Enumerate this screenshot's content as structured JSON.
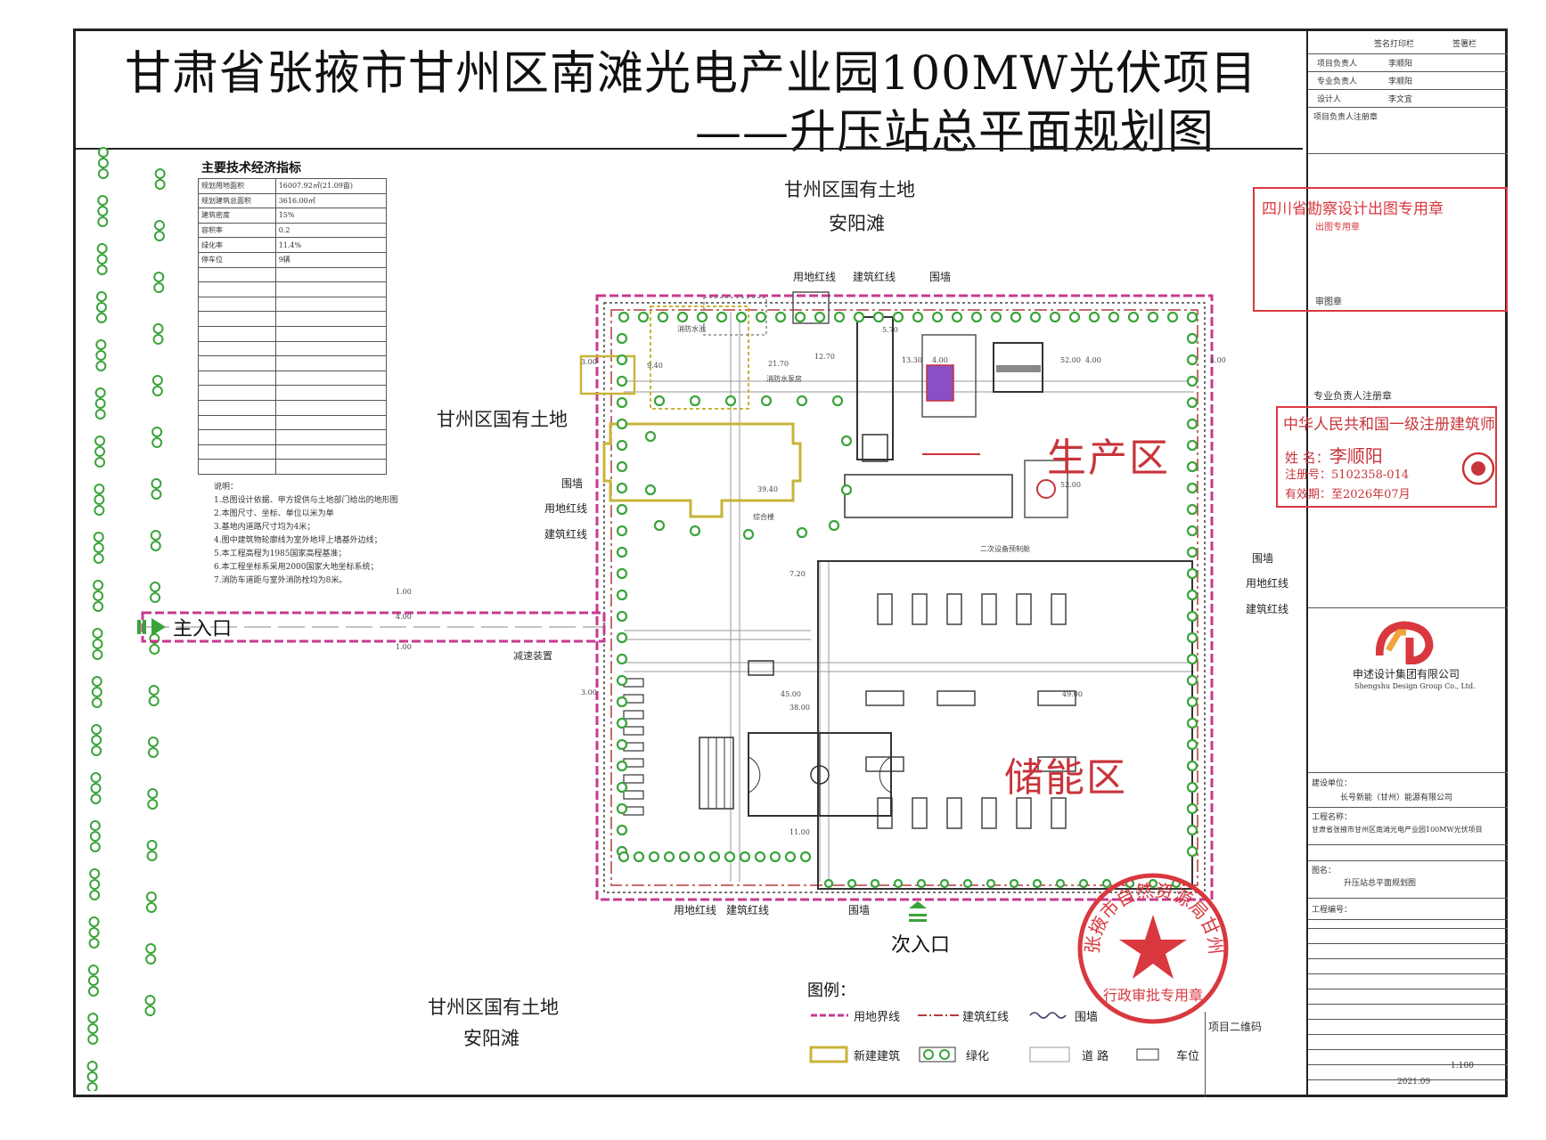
{
  "title": {
    "line1": "甘肃省张掖市甘州区南滩光电产业园100MW光伏项目",
    "line2": "——升压站总平面规划图"
  },
  "zones": {
    "north_line1": "甘州区国有土地",
    "north_line2": "安阳滩",
    "west": "甘州区国有土地",
    "south_line1": "甘州区国有土地",
    "south_line2": "安阳滩"
  },
  "areas": {
    "production": "生产区",
    "storage": "储能区"
  },
  "gates": {
    "main": "主入口",
    "secondary": "次入口",
    "speed_bump": "减速装置"
  },
  "boundary_labels": {
    "land_line": "用地红线",
    "building_line": "建筑红线",
    "wall": "围墙",
    "wall_left": "围墙",
    "land_line_left": "用地红线",
    "building_line_left": "建筑红线",
    "wall_right": "围墙",
    "land_line_right": "用地红线",
    "building_line_right": "建筑红线",
    "land_line_bottom": "用地红线",
    "building_line_bottom": "建筑红线",
    "wall_bottom": "围墙"
  },
  "buildings": {
    "main_building": "综合楼",
    "secondary_equipment": "二次设备预制舱",
    "fire_pump": "消防水泵房",
    "fire_pool": "消防水池"
  },
  "dimensions": [
    "39.40",
    "52.00",
    "52.00",
    "45.00",
    "49.00",
    "13.30",
    "4.00",
    "4.00",
    "4.00",
    "5.70",
    "3.00",
    "3.00",
    "1.00",
    "4.00",
    "1.00",
    "9.40",
    "21.70",
    "12.70",
    "38.00",
    "11.00",
    "7.20"
  ],
  "tech_table": {
    "title": "主要技术经济指标",
    "rows": [
      [
        "规划用地面积",
        "16007.92㎡(21.09亩)"
      ],
      [
        "规划建筑总面积",
        "3616.00㎡"
      ],
      [
        "建筑密度",
        "15%"
      ],
      [
        "容积率",
        "0.2"
      ],
      [
        "绿化率",
        "11.4%"
      ],
      [
        "停车位",
        "9辆"
      ]
    ]
  },
  "notes": {
    "heading": "说明：",
    "items": [
      "1.总图设计依据、甲方提供与土地部门给出的地形图",
      "2.本图尺寸、坐标、单位以米为单",
      "3.基地内道路尺寸均为4米；",
      "4.图中建筑物轮廓线为室外地坪上墙基外边线；",
      "5.本工程高程为1985国家高程基准；",
      "6.本工程坐标系采用2000国家大地坐标系统；",
      "7.消防车道距与室外消防栓均为8米。"
    ]
  },
  "legend": {
    "title": "图例：",
    "items": [
      "用地界线",
      "建筑红线",
      "围墙",
      "新建建筑",
      "绿化",
      "道 路",
      "车位"
    ]
  },
  "title_block": {
    "sign_header": "签名打印栏",
    "sign_col": "签署栏",
    "roles": [
      "项目负责人",
      "专业负责人",
      "设计人"
    ],
    "names": [
      "李顺阳",
      "李顺阳",
      "李文宜"
    ],
    "project_leader_note": "项目负责人注册章",
    "stamp_title": "四川省勘察设计出图专用章",
    "stamp_sub": "出图专用章",
    "review": "审图章",
    "prof_reg": "专业负责人注册章",
    "reg_title": "中华人民共和国一级注册建筑师",
    "reg_name_label": "姓 名：",
    "reg_name": "李顺阳",
    "reg_no_label": "注册号：",
    "reg_no": "5102358-014",
    "reg_valid_label": "有效期：",
    "reg_valid": "至2026年07月",
    "company_cn": "申述设计集团有限公司",
    "company_en": "Shengshu Design Group Co., Ltd.",
    "client_label": "建设单位：",
    "client": "长号新能（甘州）能源有限公司",
    "project_label": "工程名称：",
    "project": "甘肃省张掖市甘州区南滩光电产业园100MW光伏项目",
    "drawing_label": "图名：",
    "drawing": "升压站总平面规划图",
    "drawing_no": "工程编号：",
    "scale": "1:100",
    "date": "2021.09",
    "qr": "项目二维码"
  },
  "approval_stamp": {
    "text": "张掖市自然资源局甘州分局",
    "sub": "行政审批专用章"
  }
}
